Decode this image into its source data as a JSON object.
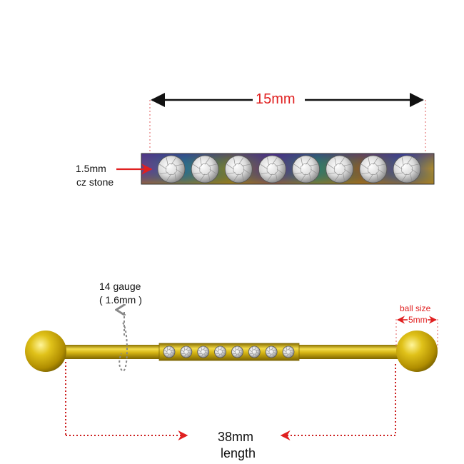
{
  "top_detail": {
    "length_label": "15mm",
    "stone_size_label": "1.5mm",
    "stone_type_label": "cz stone",
    "stone_count": 8
  },
  "barbell": {
    "gauge_label": "14 gauge",
    "gauge_mm_label": "( 1.6mm )",
    "ball_size_title": "ball size",
    "ball_size_label": "5mm",
    "length_label": "38mm",
    "length_caption": "length",
    "stone_count": 8
  },
  "colors": {
    "gold": "#c9a400",
    "dimension_red": "#e02020",
    "dimension_black": "#111111"
  }
}
